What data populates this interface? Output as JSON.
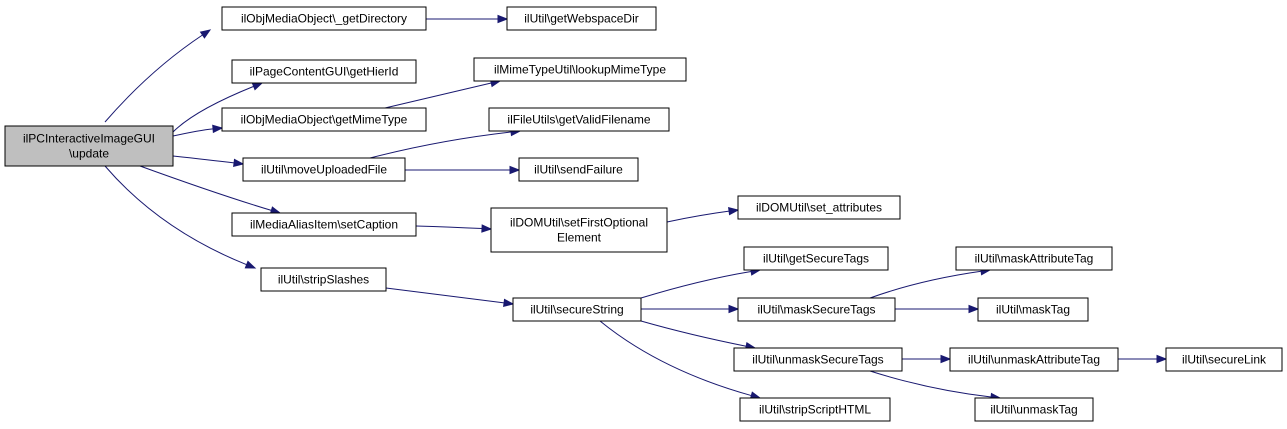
{
  "nodes": {
    "root": [
      "ilPCInteractiveImageGUI",
      "\\update"
    ],
    "getDirectory": [
      "ilObjMediaObject\\_getDirectory"
    ],
    "getWebspaceDir": [
      "ilUtil\\getWebspaceDir"
    ],
    "getHierId": [
      "ilPageContentGUI\\getHierId"
    ],
    "lookupMimeType": [
      "ilMimeTypeUtil\\lookupMimeType"
    ],
    "getMimeType": [
      "ilObjMediaObject\\getMimeType"
    ],
    "getValidFilename": [
      "ilFileUtils\\getValidFilename"
    ],
    "moveUploadedFile": [
      "ilUtil\\moveUploadedFile"
    ],
    "sendFailure": [
      "ilUtil\\sendFailure"
    ],
    "setCaption": [
      "ilMediaAliasItem\\setCaption"
    ],
    "setFirstOptionalElement": [
      "ilDOMUtil\\setFirstOptional",
      "Element"
    ],
    "set_attributes": [
      "ilDOMUtil\\set_attributes"
    ],
    "stripSlashes": [
      "ilUtil\\stripSlashes"
    ],
    "secureString": [
      "ilUtil\\secureString"
    ],
    "getSecureTags": [
      "ilUtil\\getSecureTags"
    ],
    "maskSecureTags": [
      "ilUtil\\maskSecureTags"
    ],
    "maskAttributeTag": [
      "ilUtil\\maskAttributeTag"
    ],
    "maskTag": [
      "ilUtil\\maskTag"
    ],
    "unmaskSecureTags": [
      "ilUtil\\unmaskSecureTags"
    ],
    "unmaskAttributeTag": [
      "ilUtil\\unmaskAttributeTag"
    ],
    "secureLink": [
      "ilUtil\\secureLink"
    ],
    "unmaskTag": [
      "ilUtil\\unmaskTag"
    ],
    "stripScriptHTML": [
      "ilUtil\\stripScriptHTML"
    ]
  },
  "colors": {
    "edge": "#191970",
    "root_fill": "#bfbfbf",
    "node_fill": "#ffffff",
    "node_border": "#000000"
  }
}
